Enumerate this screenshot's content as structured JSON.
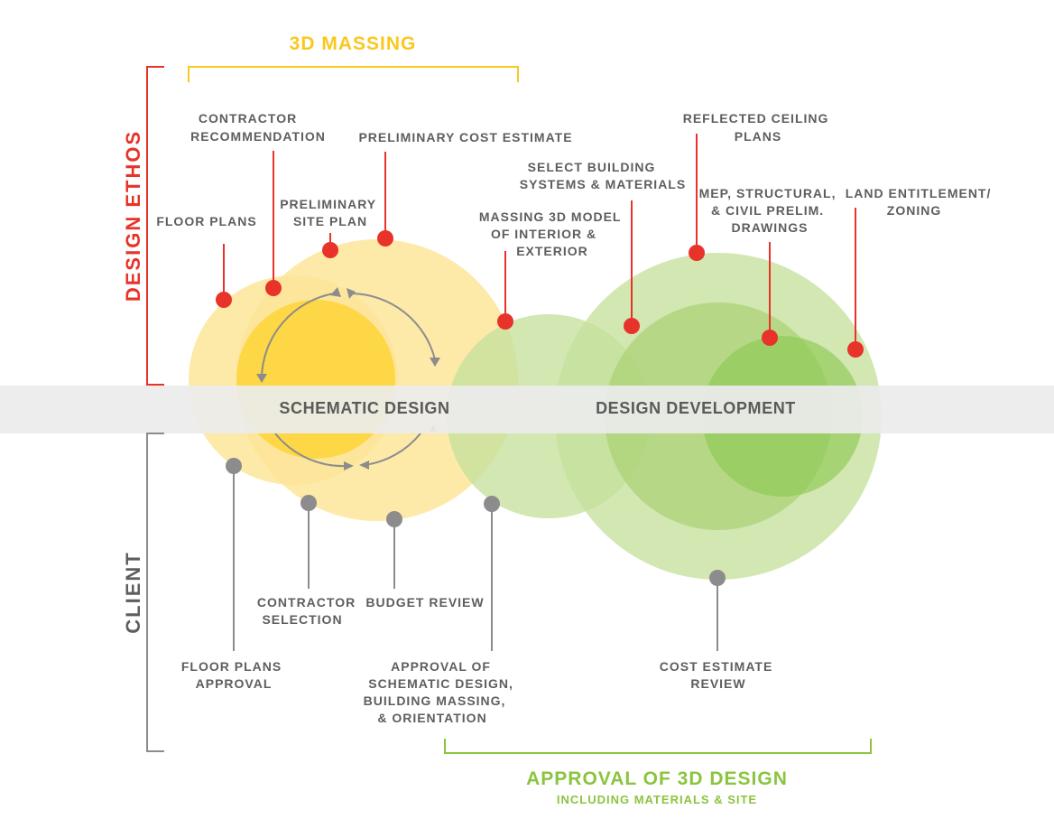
{
  "top_bracket": {
    "label": "3D MASSING"
  },
  "bottom_bracket": {
    "label": "APPROVAL OF 3D DESIGN",
    "sublabel": "INCLUDING MATERIALS & SITE"
  },
  "left_axis": {
    "top": "DESIGN ETHOS",
    "bottom": "CLIENT"
  },
  "phases": [
    "SCHEMATIC DESIGN",
    "DESIGN DEVELOPMENT"
  ],
  "design_ethos_items": [
    [
      "FLOOR PLANS"
    ],
    [
      "CONTRACTOR",
      "RECOMMENDATION"
    ],
    [
      "PRELIMINARY",
      "SITE PLAN"
    ],
    [
      "PRELIMINARY COST ESTIMATE"
    ],
    [
      "MASSING 3D MODEL",
      "OF INTERIOR &",
      "EXTERIOR"
    ],
    [
      "SELECT BUILDING",
      "SYSTEMS & MATERIALS"
    ],
    [
      "REFLECTED CEILING",
      "PLANS"
    ],
    [
      "MEP, STRUCTURAL,",
      "& CIVIL PRELIM.",
      "DRAWINGS"
    ],
    [
      "LAND ENTITLEMENT/",
      "ZONING"
    ]
  ],
  "client_items": [
    [
      "FLOOR PLANS",
      "APPROVAL"
    ],
    [
      "CONTRACTOR",
      "SELECTION"
    ],
    [
      "BUDGET REVIEW"
    ],
    [
      "APPROVAL OF",
      "SCHEMATIC DESIGN,",
      "BUILDING MASSING,",
      "& ORIENTATION"
    ],
    [
      "COST ESTIMATE",
      "REVIEW"
    ]
  ],
  "colors": {
    "yellow_light": "#fde599",
    "yellow_strong": "#fdd640",
    "green_light": "#c5e09c",
    "green_strong": "#8fc954",
    "ethos_red": "#e8332a",
    "client_gray": "#8c8c8c",
    "band": "#ebebeb",
    "massing_yellow": "#f7c91f",
    "approval_green": "#8bc43f"
  }
}
